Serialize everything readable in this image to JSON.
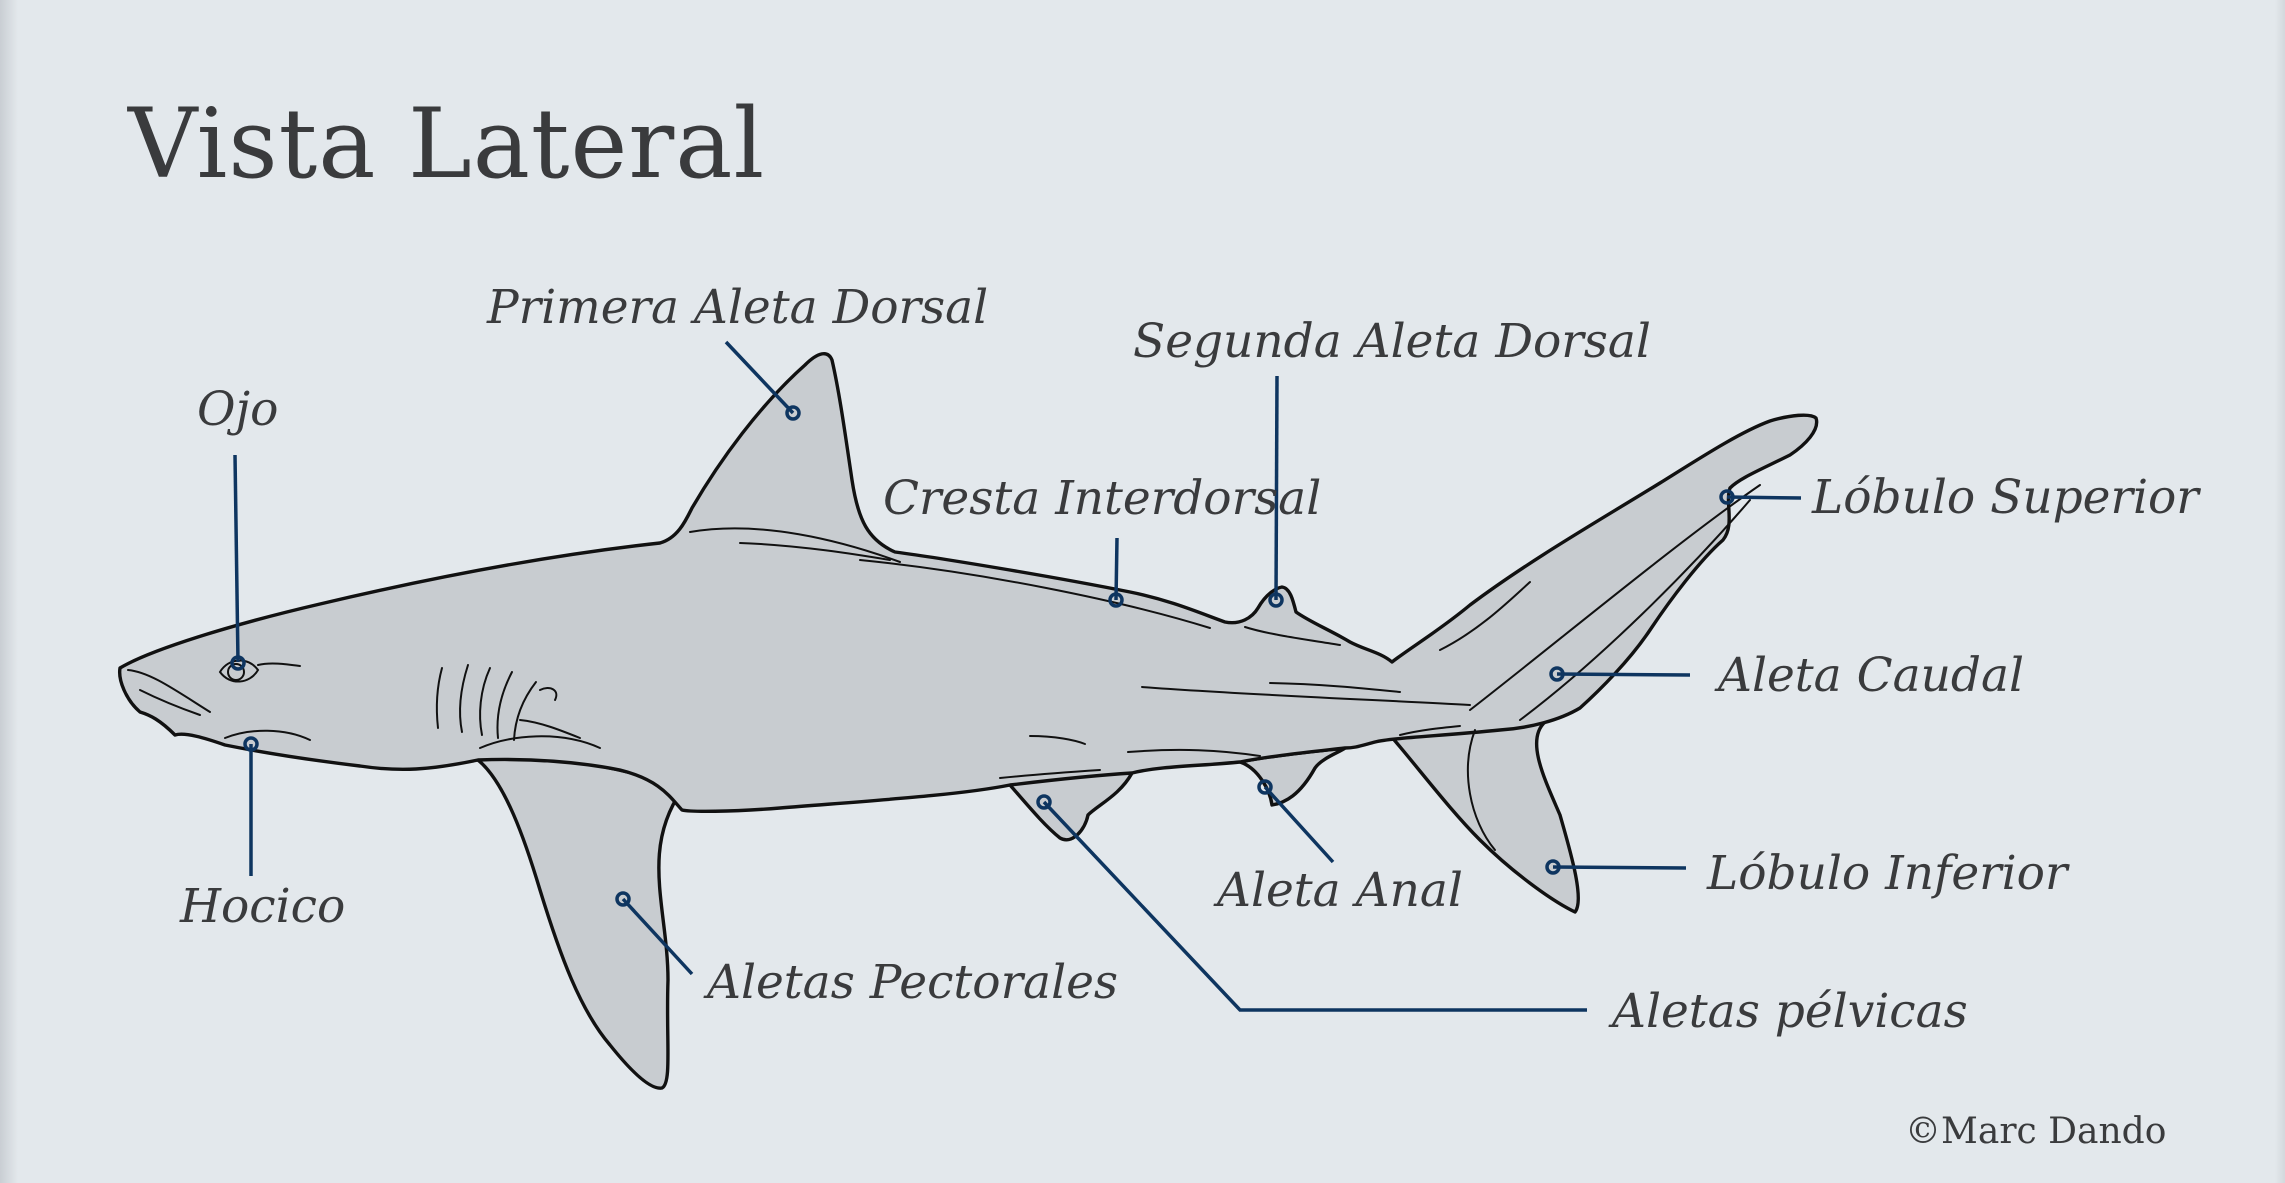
{
  "title": "Vista Lateral",
  "labels": {
    "primera_aleta_dorsal": "Primera Aleta Dorsal",
    "segunda_aleta_dorsal": "Segunda Aleta Dorsal",
    "ojo": "Ojo",
    "cresta_interdorsal": "Cresta Interdorsal",
    "lobulo_superior": "Lóbulo Superior",
    "aleta_caudal": "Aleta Caudal",
    "lobulo_inferior": "Lóbulo Inferior",
    "aleta_anal": "Aleta Anal",
    "aletas_pelvicas": "Aletas pélvicas",
    "aletas_pectorales": "Aletas Pectorales",
    "hocico": "Hocico"
  },
  "credit": "©Marc Dando",
  "colors": {
    "background": "#e3e8ec",
    "shark_fill": "#c8ccd0",
    "leader_lines": "#0e3560",
    "text": "#3a3b3d"
  }
}
